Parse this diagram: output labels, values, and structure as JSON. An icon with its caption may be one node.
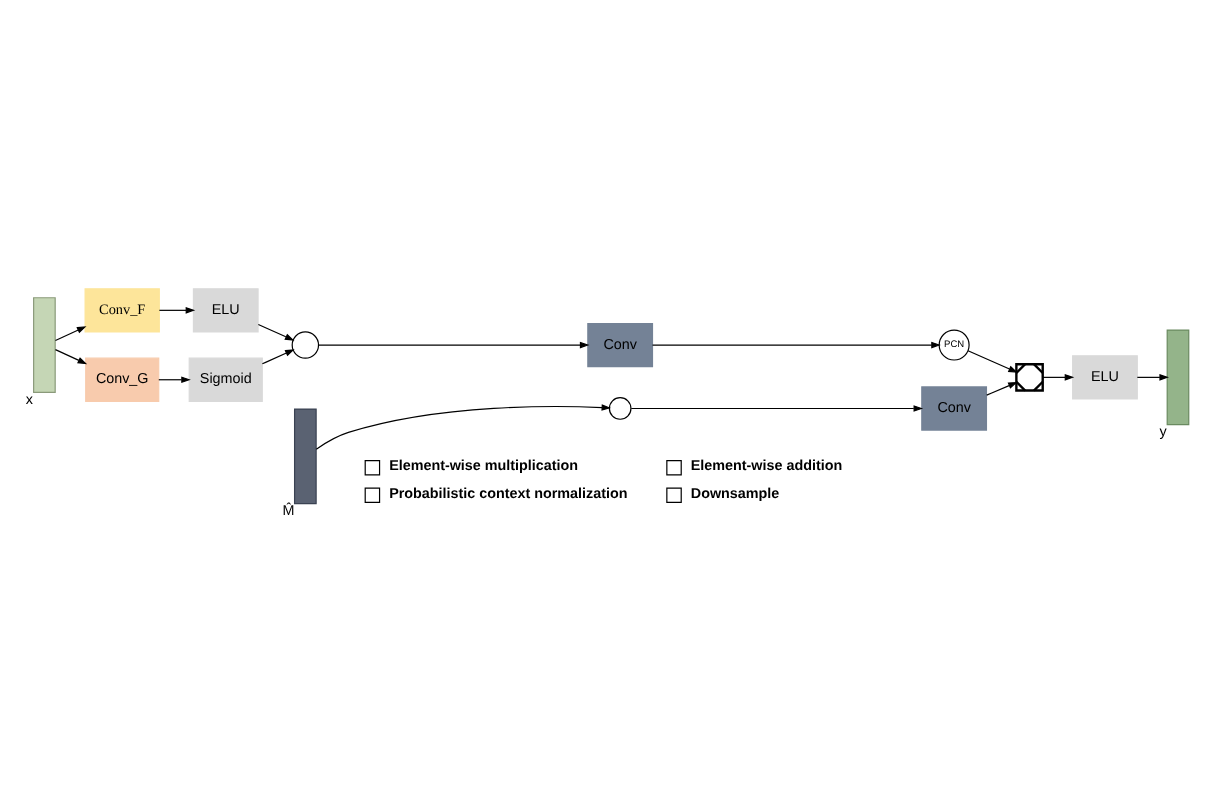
{
  "diagram": {
    "nodes": [
      {
        "text": [],
        "shape": "box",
        "beside": [
          "x"
        ]
      },
      {
        "text": [
          "Conv_F"
        ]
      },
      {
        "text": [
          "ELU"
        ]
      },
      {
        "text": [
          "Conv_G"
        ]
      },
      {
        "text": [
          "Sigmoid"
        ]
      },
      {
        "text": [],
        "shape": "circle"
      },
      {
        "text": [
          "Conv"
        ]
      },
      {
        "text": [
          "PCN"
        ]
      },
      {
        "text": [],
        "shape": "box"
      },
      {
        "text": [
          "ELU"
        ]
      },
      {
        "text": [],
        "shape": "box",
        "beside": [
          "y"
        ]
      },
      {
        "text": [],
        "shape": "box",
        "beside": [
          "M̂"
        ]
      },
      {
        "text": [],
        "shape": "circle"
      },
      {
        "text": [
          "Conv"
        ]
      }
    ],
    "edges": [
      {
        "from": 0,
        "to": 1,
        "arrow": "to"
      },
      {
        "from": 0,
        "to": 3,
        "arrow": "to"
      },
      {
        "from": 1,
        "to": 2,
        "arrow": "to"
      },
      {
        "from": 3,
        "to": 4,
        "arrow": "to"
      },
      {
        "from": 2,
        "to": 5,
        "arrow": "to"
      },
      {
        "from": 4,
        "to": 5,
        "arrow": "to"
      },
      {
        "from": 5,
        "to": 6,
        "arrow": "to"
      },
      {
        "from": 6,
        "to": 7,
        "arrow": "to"
      },
      {
        "from": 7,
        "to": 8,
        "arrow": "to"
      },
      {
        "from": 13,
        "to": 8,
        "arrow": "to"
      },
      {
        "from": 8,
        "to": 9,
        "arrow": "to"
      },
      {
        "from": 9,
        "to": 10,
        "arrow": "to"
      },
      {
        "from": 11,
        "to": 12,
        "arrow": "to"
      },
      {
        "from": 12,
        "to": 13,
        "arrow": "to"
      }
    ],
    "legend": [
      {
        "text": "Element-wise multiplication"
      },
      {
        "text": "Element-wise addition"
      },
      {
        "text": "Probabilistic context normalization"
      },
      {
        "text": "Downsample"
      }
    ]
  }
}
